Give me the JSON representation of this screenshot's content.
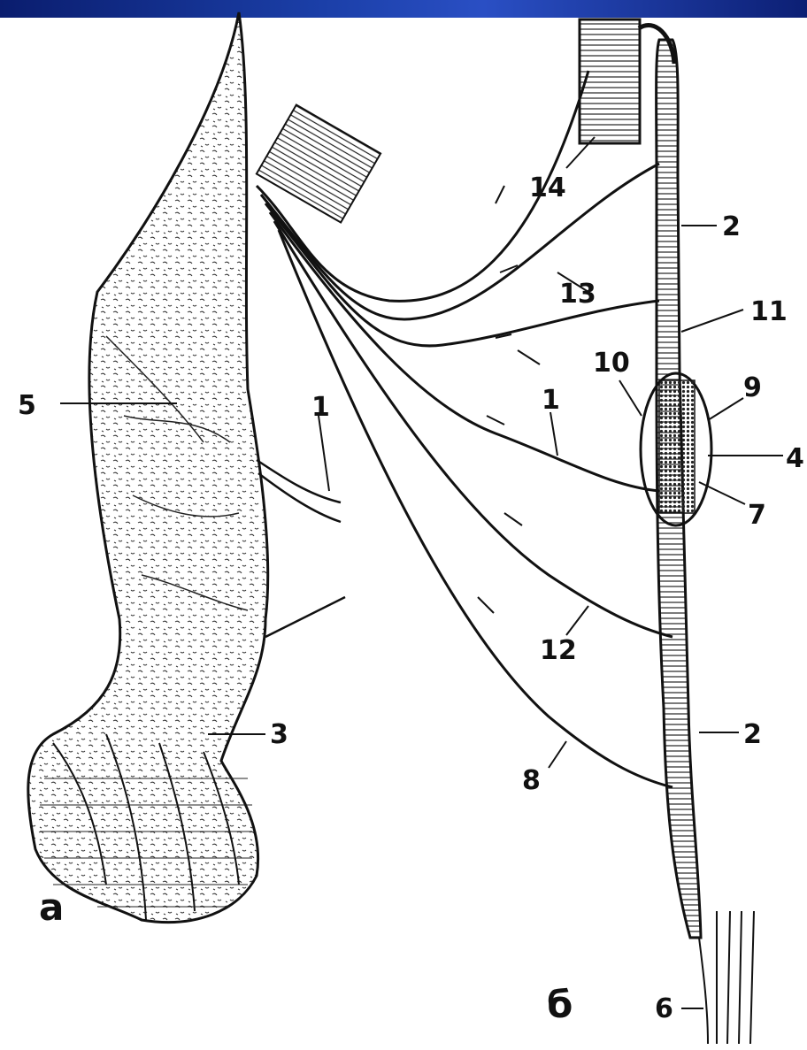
{
  "panels": {
    "a": {
      "letter": "а"
    },
    "b": {
      "letter": "б"
    }
  },
  "labels": {
    "l1_a": "1",
    "l3": "3",
    "l5": "5",
    "l14": "14",
    "l2_top": "2",
    "l13": "13",
    "l11": "11",
    "l1_b": "1",
    "l10": "10",
    "l9": "9",
    "l4": "4",
    "l7": "7",
    "l12": "12",
    "l2_bottom": "2",
    "l8": "8",
    "l6": "6"
  },
  "colors": {
    "ink": "#111111",
    "background": "#ffffff",
    "topbar": "#1b3fa8"
  }
}
